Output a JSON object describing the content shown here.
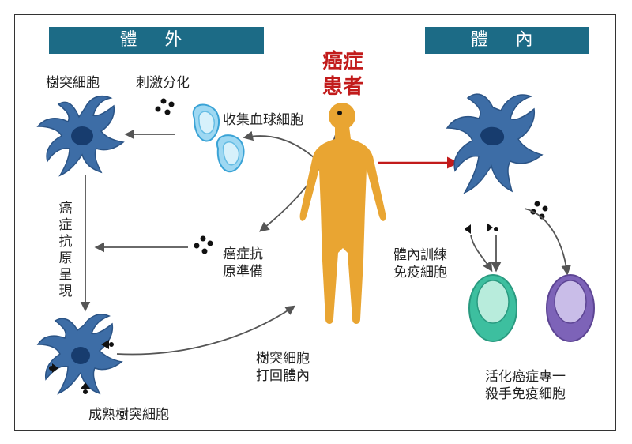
{
  "headers": {
    "ex_vivo": "體 外",
    "in_vivo": "體 內"
  },
  "patient": {
    "line1": "癌症",
    "line2": "患者"
  },
  "labels": {
    "dendritic_cell": "樹突細胞",
    "stimulate_differentiate": "刺激分化",
    "collect_blood_cells": "收集血球細胞",
    "cancer_antigen_line1": "癌症抗",
    "cancer_antigen_line2": "原準備",
    "antigen_presentation": [
      "癌",
      "症",
      "抗",
      "原",
      "呈",
      "現"
    ],
    "mature_dc": "成熟樹突細胞",
    "return_line1": "樹突細胞",
    "return_line2": "打回體內",
    "train_line1": "體內訓練",
    "train_line2": "免疫細胞",
    "activate_line1": "活化癌症專一",
    "activate_line2": "殺手免疫細胞"
  },
  "colors": {
    "header_bg": "#1c6b86",
    "patient_text": "#c21b1b",
    "body_fill": "#e9a532",
    "dc_fill": "#3d6da6",
    "dc_nucleus": "#173c6e",
    "red_arrow": "#c21b1b",
    "blood_cell": "#9ed8f2",
    "tcell_green": "#3dbf9f",
    "tcell_purple": "#7d63b8"
  }
}
